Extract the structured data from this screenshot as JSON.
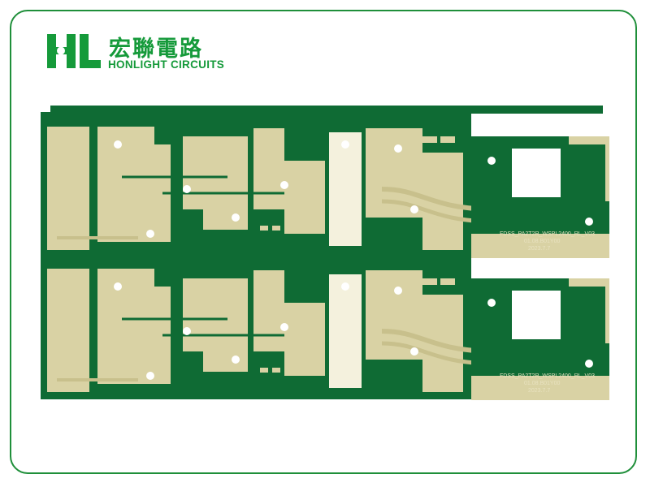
{
  "brand": {
    "name_cn": "宏聯電路",
    "name_en": "HONLIGHT CIRCUITS",
    "mark": "HL",
    "color": "#159a3a"
  },
  "board": {
    "solder_mask_color": "#0f6b34",
    "copper_color": "#d9d2a4",
    "panels": [
      {
        "silk_line1": "FDSS_PA2T2R_WSPL2400_RL_V03",
        "silk_line2": "01.08.B01Y00",
        "silk_line3": "2023.7.7"
      },
      {
        "silk_line1": "FDSS_PA2T2R_WSPL2400_RL_V03",
        "silk_line2": "01.08.B01Y00",
        "silk_line3": "2023.7.7"
      }
    ]
  }
}
